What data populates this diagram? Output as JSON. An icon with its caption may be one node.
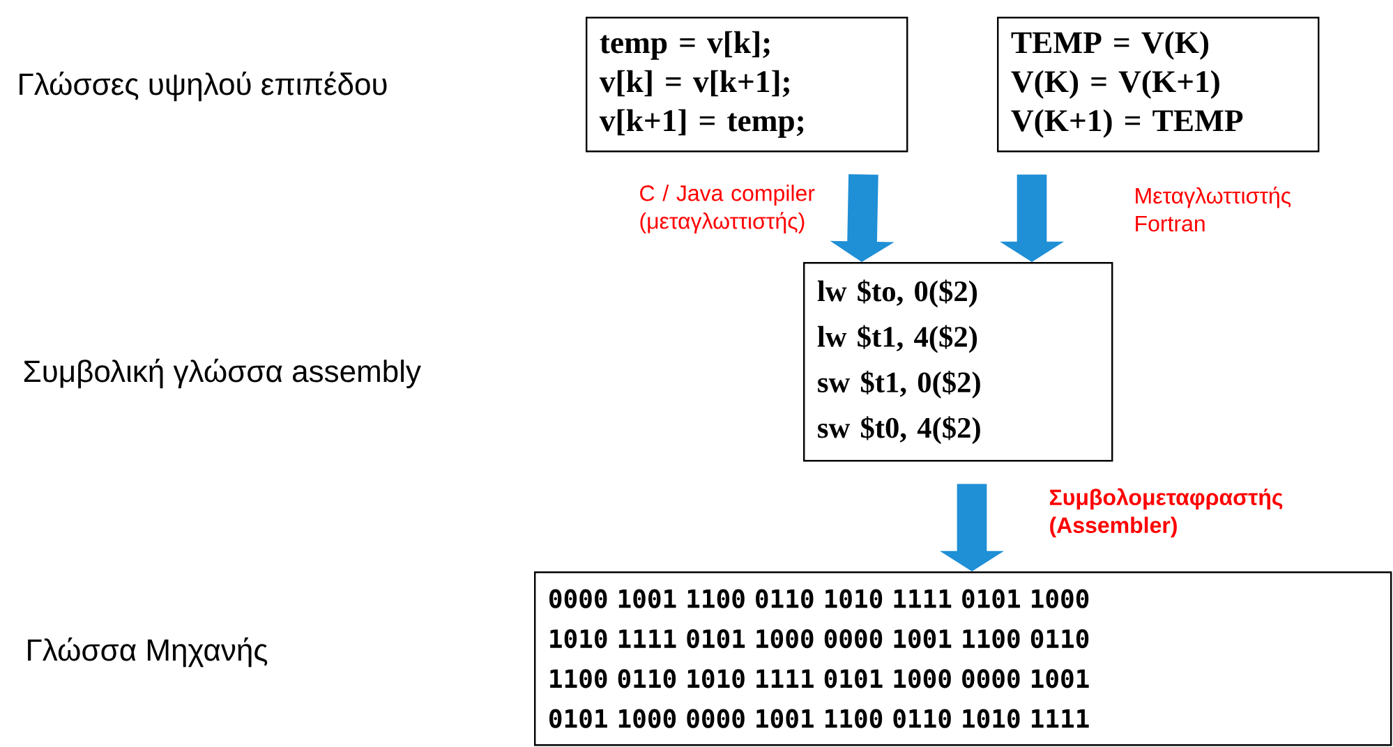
{
  "diagram": {
    "nodes": [
      {
        "text": [
          "temp = v[k];",
          "v[k] = v[k+1];",
          "v[k+1] = temp;"
        ]
      },
      {
        "text": [
          "TEMP = V(K)",
          "V(K) = V(K+1)",
          "V(K+1) = TEMP"
        ]
      },
      {
        "text": [
          "lw $to, 0($2)",
          "lw $t1, 4($2)",
          "sw $t1, 0($2)",
          "sw $t0, 4($2)"
        ]
      },
      {
        "text": [
          "0000 1001 1100 0110 1010 1111 0101 1000",
          "1010 1111 0101 1000 0000 1001 1100 0110",
          "1100 0110 1010 1111 0101 1000 0000 1001",
          "0101 1000 0000 1001 1100 0110 1010 1111"
        ]
      }
    ],
    "edges": [
      {
        "from": 0,
        "to": 2,
        "arrow": "to",
        "label": "C / Java compiler (μεταγλωττιστής)"
      },
      {
        "from": 1,
        "to": 2,
        "arrow": "to",
        "label": "Μεταγλωττιστής Fortran"
      },
      {
        "from": 2,
        "to": 3,
        "arrow": "to",
        "label": "Συμβολομεταφραστής (Assembler)"
      }
    ],
    "labels": [
      "Γλώσσες υψηλού επιπέδου",
      "Συμβολική γλώσσα assembly",
      "Γλώσσα Μηχανής"
    ]
  }
}
